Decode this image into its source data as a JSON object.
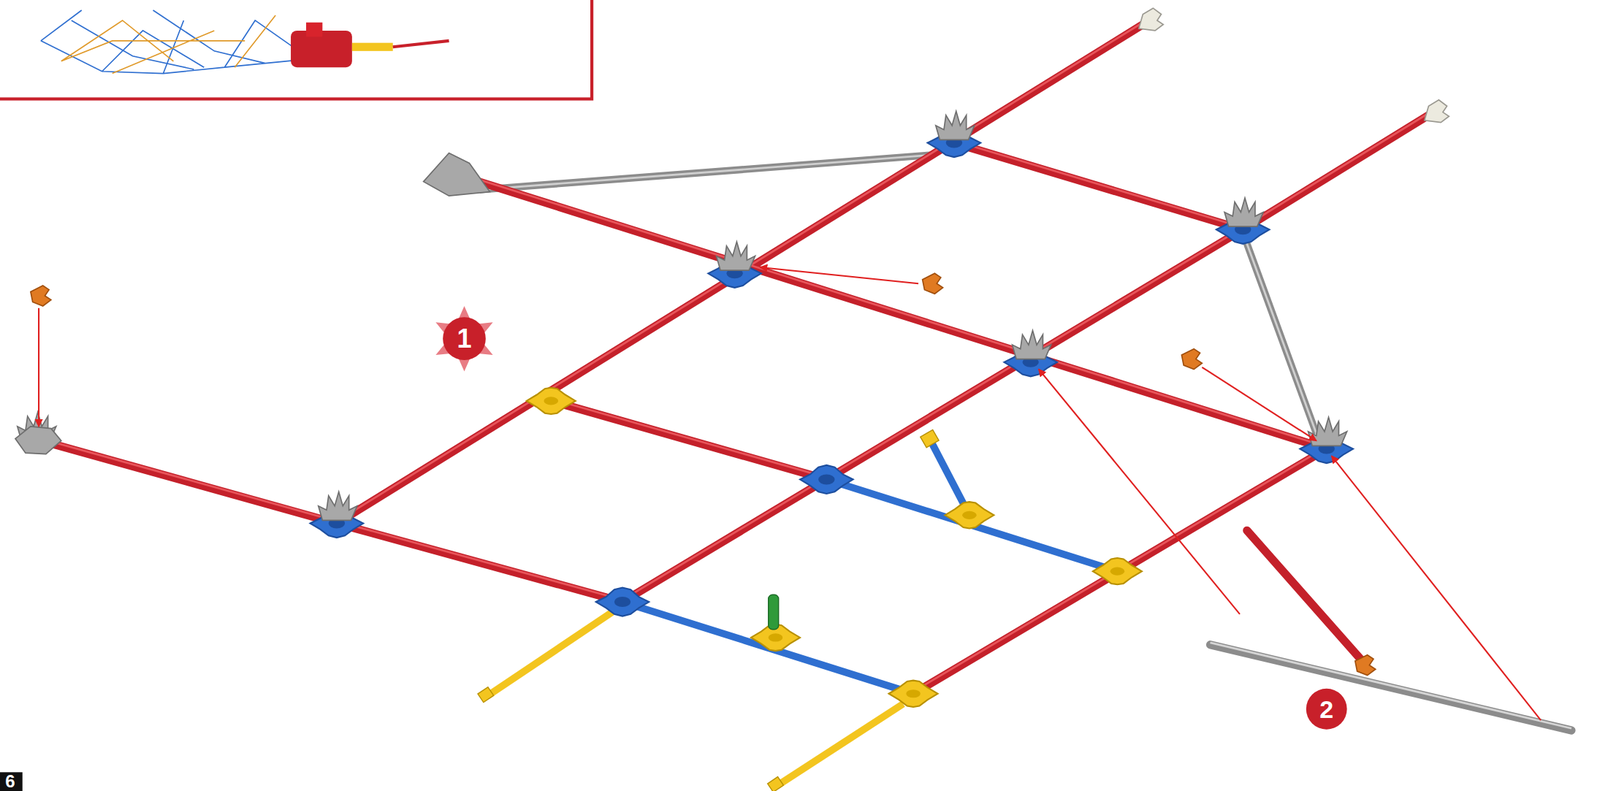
{
  "diagram": {
    "labels": [
      "1",
      "2",
      "6"
    ]
  }
}
